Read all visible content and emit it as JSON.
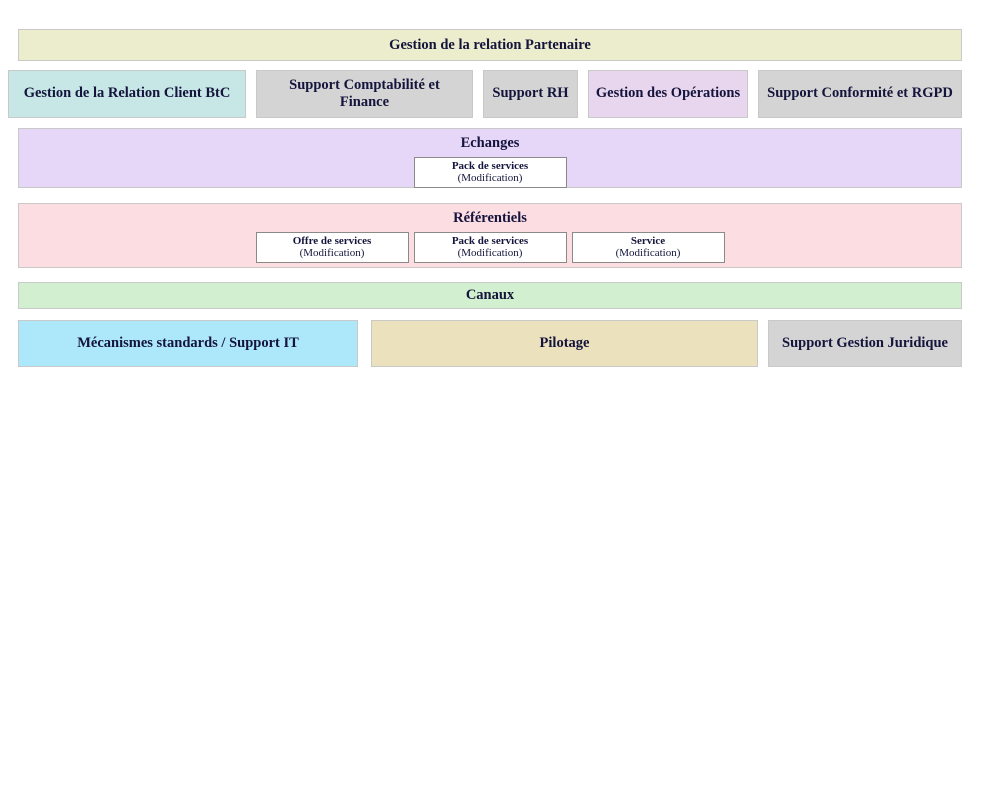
{
  "diagram": {
    "title_banner": {
      "label": "Gestion de la relation Partenaire",
      "color": "#ecedcd"
    },
    "domain_tiles": [
      {
        "label": "Gestion de la Relation Client BtC",
        "color": "#c6e7e6"
      },
      {
        "label": "Support Comptabilité et Finance",
        "color": "#d4d4d4"
      },
      {
        "label": "Support RH",
        "color": "#d4d4d4"
      },
      {
        "label": "Gestion des Opérations",
        "color": "#e7d6ee"
      },
      {
        "label": "Support Conformité et RGPD",
        "color": "#d4d4d4"
      }
    ],
    "echanges_band": {
      "label": "Echanges",
      "color": "#e6d6f7",
      "cards": [
        {
          "title": "Pack de services",
          "subtitle": "(Modification)"
        }
      ]
    },
    "referentiels_band": {
      "label": "Référentiels",
      "color": "#fcdde2",
      "cards": [
        {
          "title": "Offre de services",
          "subtitle": "(Modification)"
        },
        {
          "title": "Pack de services",
          "subtitle": "(Modification)"
        },
        {
          "title": "Service",
          "subtitle": "(Modification)"
        }
      ]
    },
    "canaux_band": {
      "label": "Canaux",
      "color": "#d2f0cf"
    },
    "support_tiles": [
      {
        "label": "Mécanismes standards / Support IT",
        "color": "#ace7fa"
      },
      {
        "label": "Pilotage",
        "color": "#ebe1bc"
      },
      {
        "label": "Support Gestion Juridique",
        "color": "#d4d4d4"
      }
    ]
  }
}
